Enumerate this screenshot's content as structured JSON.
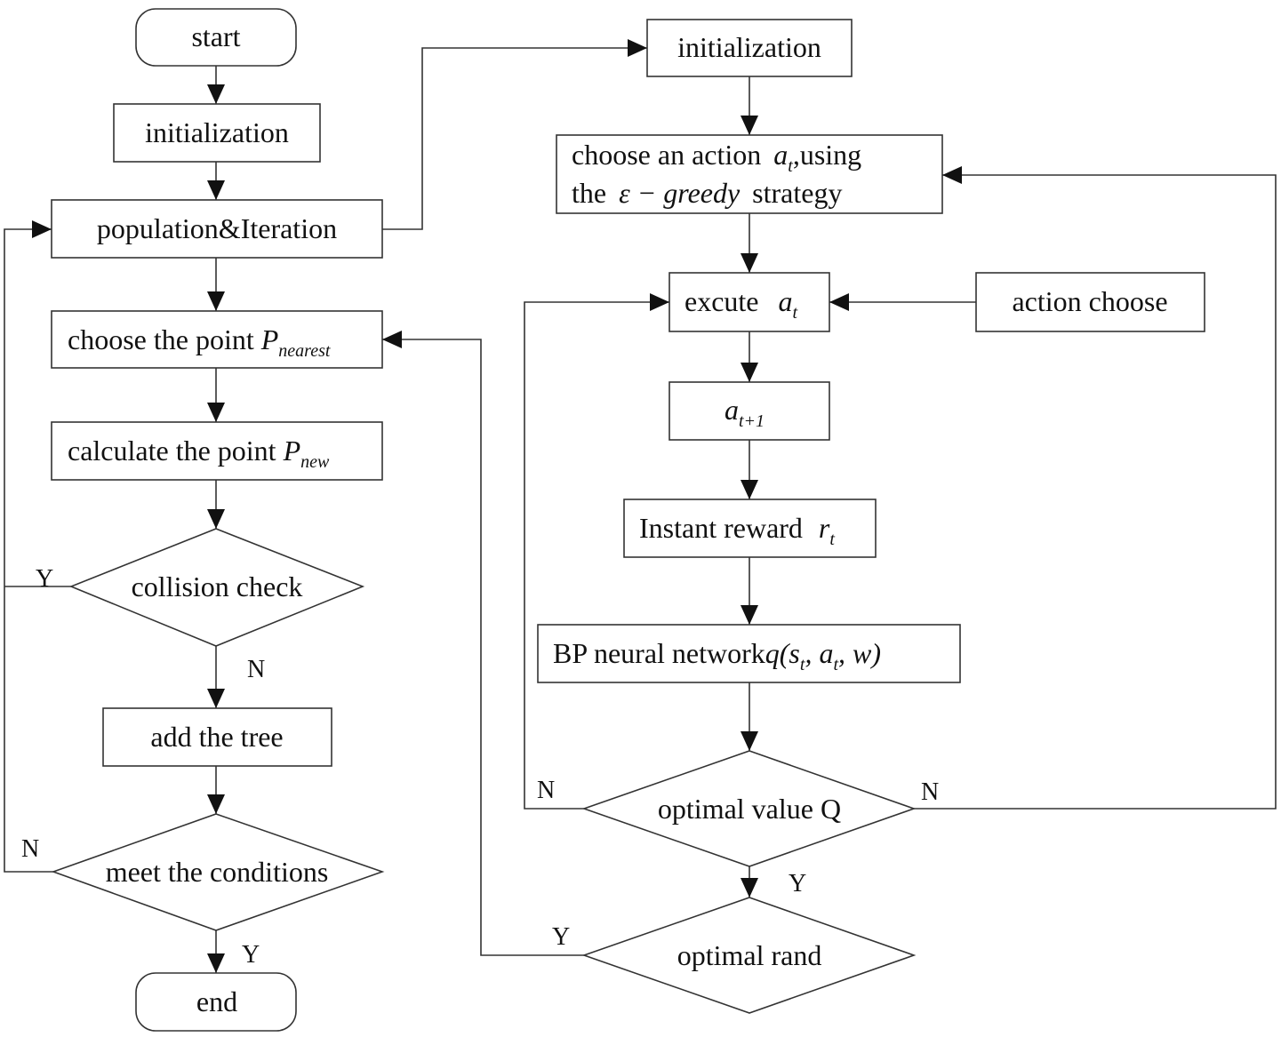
{
  "left": {
    "start": "start",
    "initialization": "initialization",
    "population": "population&Iteration",
    "choose_point": {
      "text": "choose the point ",
      "var": "P",
      "sub": "nearest"
    },
    "calculate_point": {
      "text": "calculate the point ",
      "var": "P",
      "sub": "new"
    },
    "collision": "collision check",
    "add_tree": "add the tree",
    "meet": "meet the conditions",
    "end": "end",
    "labels": {
      "collision_yes": "Y",
      "collision_no": "N",
      "meet_no": "N",
      "meet_yes": "Y"
    }
  },
  "right": {
    "initialization": "initialization",
    "choose_action": {
      "line1_a": "choose an action ",
      "var": "a",
      "sub": "t",
      "line1_b": ",using",
      "line2_a": "the ",
      "greedy": "ε − greedy",
      "line2_b": " strategy"
    },
    "execute": {
      "text": "excute ",
      "var": "a",
      "sub": "t"
    },
    "action_choose": "action choose",
    "next_action": {
      "var": "a",
      "sub": "t+1"
    },
    "reward": {
      "text": "Instant reward ",
      "var": "r",
      "sub": "t"
    },
    "bp": {
      "text": "BP neural network",
      "formula": "q(s",
      "s_sub": "t",
      "mid": ", a",
      "a_sub": "t",
      "end": ", w)"
    },
    "optimal_q": "optimal value Q",
    "optimal_rand": "optimal rand",
    "labels": {
      "q_no_left": "N",
      "q_no_right": "N",
      "q_yes": "Y",
      "rand_yes": "Y"
    }
  }
}
